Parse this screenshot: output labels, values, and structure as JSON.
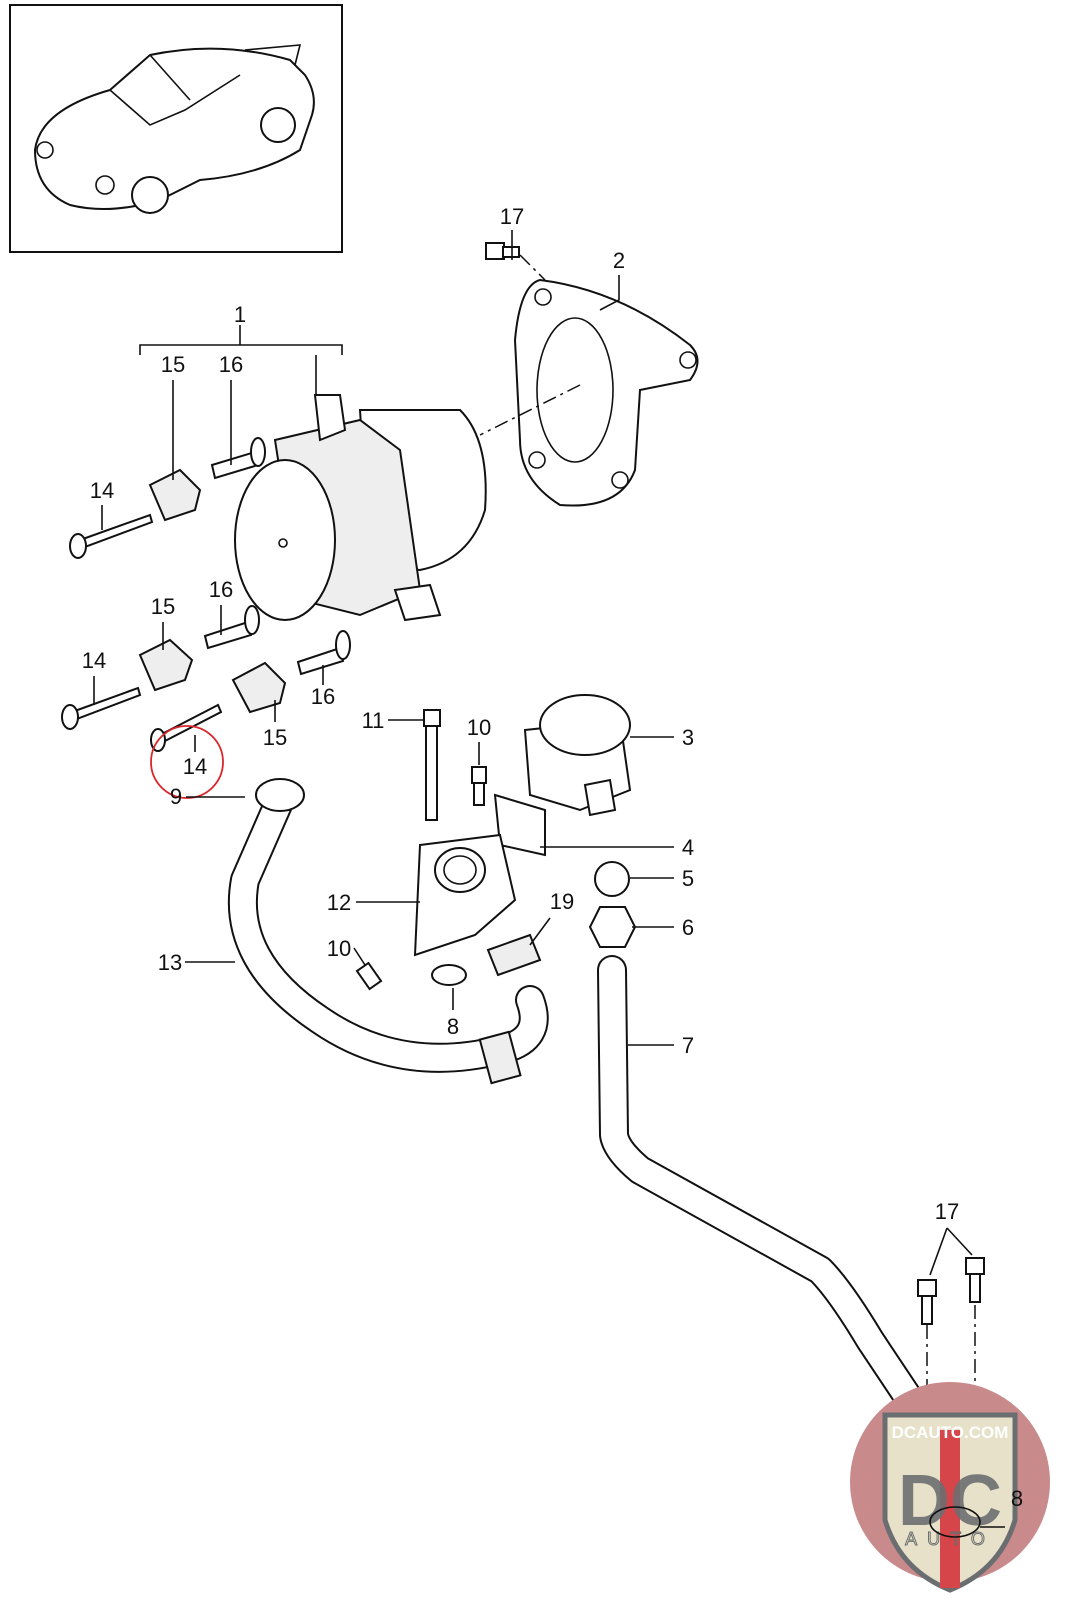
{
  "diagram": {
    "callouts": [
      "17",
      "2",
      "1",
      "15",
      "16",
      "14",
      "15",
      "16",
      "14",
      "16",
      "15",
      "14",
      "9",
      "11",
      "10",
      "3",
      "4",
      "5",
      "6",
      "12",
      "19",
      "10",
      "13",
      "8",
      "7",
      "17",
      "8"
    ],
    "highlight_color": "#d9262b",
    "logo": {
      "top_text": "DCAUTO.COM",
      "monogram": "DC",
      "bottom_text": "AUTO",
      "colors": {
        "badge": "#c98a8c",
        "shield": "#e6e1c8",
        "stripe": "#d5454a",
        "letters": "#6b6e70"
      }
    }
  }
}
